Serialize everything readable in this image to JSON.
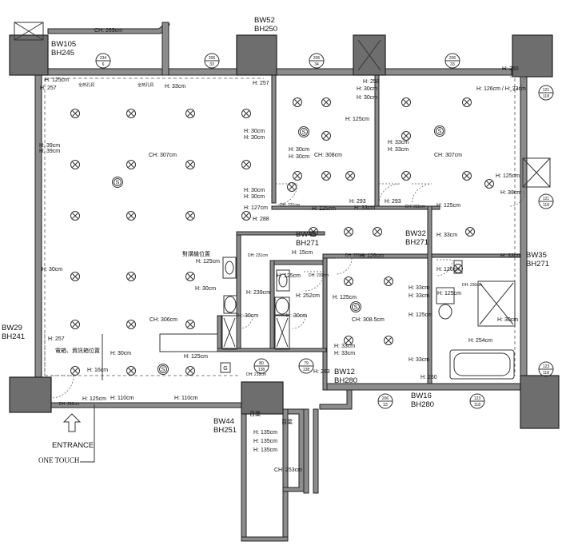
{
  "plan_title": "",
  "beams": [
    {
      "id": "bw52",
      "text": "BW52\nBH250"
    },
    {
      "id": "bw105",
      "text": "BW105\nBH245"
    },
    {
      "id": "bw45",
      "text": "BW45\nBH271"
    },
    {
      "id": "bw32",
      "text": "BW32\nBH271"
    },
    {
      "id": "bw35",
      "text": "BW35\nBH271"
    },
    {
      "id": "bw29",
      "text": "BW29\nBH241"
    },
    {
      "id": "bw12",
      "text": "BW12\nBH280"
    },
    {
      "id": "bw16",
      "text": "BW16\nBH280"
    },
    {
      "id": "bw44",
      "text": "BW44\nBH251"
    }
  ],
  "ceiling_heights": [
    {
      "id": "ch-top",
      "text": "CH: 269cm"
    },
    {
      "id": "ch-living-upper",
      "text": "CH: 307cm"
    },
    {
      "id": "ch-room-mid",
      "text": "CH: 308cm"
    },
    {
      "id": "ch-room-right",
      "text": "CH: 307cm"
    },
    {
      "id": "ch-living-lower",
      "text": "CH: 306cm"
    },
    {
      "id": "ch-master",
      "text": "CH: 308.5cm"
    },
    {
      "id": "ch-corridor",
      "text": "CH: 253cm"
    }
  ],
  "window_tags": [
    {
      "id": "w1",
      "top": "234",
      "bottom": "6"
    },
    {
      "id": "w2",
      "top": "206",
      "bottom": "33"
    },
    {
      "id": "w3",
      "top": "206",
      "bottom": "34"
    },
    {
      "id": "w4",
      "top": "206",
      "bottom": "33"
    },
    {
      "id": "w5",
      "top": "121",
      "bottom": "118"
    },
    {
      "id": "w6",
      "top": "121",
      "bottom": "118"
    },
    {
      "id": "w7",
      "top": "123",
      "bottom": "118"
    },
    {
      "id": "w8",
      "top": "206",
      "bottom": "33"
    },
    {
      "id": "w9",
      "top": "123",
      "bottom": "118"
    },
    {
      "id": "w10",
      "top": "80",
      "bottom": "138"
    },
    {
      "id": "w11",
      "top": "79",
      "bottom": "138"
    }
  ],
  "outlet_heights": [
    {
      "id": "h-125-tl",
      "text": "H: 125cm"
    },
    {
      "id": "h-257-tl",
      "text": "H: 257"
    },
    {
      "id": "h-33-top",
      "text": "H: 33cm"
    },
    {
      "id": "h-257-mid",
      "text": "H: 257"
    },
    {
      "id": "h-258",
      "text": "H: 258"
    },
    {
      "id": "h-30-r2a",
      "text": "H: 30cm"
    },
    {
      "id": "h-30-r2b",
      "text": "H: 30cm"
    },
    {
      "id": "h-250-tr",
      "text": "H: 250"
    },
    {
      "id": "h-126-33-tr",
      "text": "H: 126cm / H: 33cm"
    },
    {
      "id": "h-125-r2",
      "text": "H: 125cm"
    },
    {
      "id": "h-30-lv-a",
      "text": "H: 30cm"
    },
    {
      "id": "h-30-lv-b",
      "text": "H: 30cm"
    },
    {
      "id": "h-30-r1a",
      "text": "H: 30cm"
    },
    {
      "id": "h-30-r1b",
      "text": "H: 30cm"
    },
    {
      "id": "h-33-r3a",
      "text": "H: 33cm"
    },
    {
      "id": "h-33-r3b",
      "text": "H: 33cm"
    },
    {
      "id": "h-39-a",
      "text": "H: 39cm"
    },
    {
      "id": "h-39-b",
      "text": "H: 39cm"
    },
    {
      "id": "h-125-r3",
      "text": "H: 125cm"
    },
    {
      "id": "h-33-r3c",
      "text": "H: 33cm"
    },
    {
      "id": "h-33-r2c",
      "text": "H: 33cm"
    },
    {
      "id": "h-30-lv-c",
      "text": "H: 30cm"
    },
    {
      "id": "h-30-lv-d",
      "text": "H: 30cm"
    },
    {
      "id": "h-127",
      "text": "H: 127cm"
    },
    {
      "id": "h-125-cor",
      "text": "H: 125cm"
    },
    {
      "id": "h-293-a",
      "text": "H: 293"
    },
    {
      "id": "h-293-b",
      "text": "H: 293"
    },
    {
      "id": "h-125-r3b",
      "text": "H: 125cm"
    },
    {
      "id": "h-288",
      "text": "H: 288"
    },
    {
      "id": "h-33-mb",
      "text": "H: 33cm"
    },
    {
      "id": "h-30-left",
      "text": "H: 30cm"
    },
    {
      "id": "h-125-bath1",
      "text": "H: 125cm"
    },
    {
      "id": "h-15",
      "text": "H: 15cm"
    },
    {
      "id": "h-126-mb",
      "text": "H: 126cm"
    },
    {
      "id": "h-33-right",
      "text": "H: 33cm"
    },
    {
      "id": "h-125-bath2",
      "text": "H: 125cm"
    },
    {
      "id": "h-126-wc",
      "text": "H: 126cm"
    },
    {
      "id": "h-30-bath1",
      "text": "H: 30cm"
    },
    {
      "id": "h-239",
      "text": "H: 239cm"
    },
    {
      "id": "h-252",
      "text": "H: 252cm"
    },
    {
      "id": "h-125-mb",
      "text": "H: 125cm"
    },
    {
      "id": "h-33-mb2",
      "text": "H: 33cm"
    },
    {
      "id": "h-33-mb3",
      "text": "H: 33cm"
    },
    {
      "id": "h-125-mb2",
      "text": "H: 125cm"
    },
    {
      "id": "h-125-mb3",
      "text": "H: 125cm"
    },
    {
      "id": "h-30-bath1b",
      "text": "H: 30cm"
    },
    {
      "id": "h-30-bath2",
      "text": "H: 30cm"
    },
    {
      "id": "h-30-mbbath",
      "text": "H: 30cm"
    },
    {
      "id": "h-257-bl",
      "text": "H: 257"
    },
    {
      "id": "h-33-mb4",
      "text": "H: 33cm"
    },
    {
      "id": "h-33-mb5",
      "text": "H: 33cm"
    },
    {
      "id": "h-254",
      "text": "H: 254cm"
    },
    {
      "id": "h-30-din",
      "text": "H: 30cm"
    },
    {
      "id": "h-125-ent",
      "text": "H: 125cm"
    },
    {
      "id": "h-16",
      "text": "H: 16cm"
    },
    {
      "id": "h-33-mb6",
      "text": "H: 33cm"
    },
    {
      "id": "h-260",
      "text": "H: 260"
    },
    {
      "id": "h-263",
      "text": "H: 263"
    },
    {
      "id": "h-125-bot",
      "text": "H: 125cm"
    },
    {
      "id": "h-110-a",
      "text": "H: 110cm"
    },
    {
      "id": "h-110-b",
      "text": "H: 110cm"
    },
    {
      "id": "h-135-a",
      "text": "H: 135cm"
    },
    {
      "id": "h-135-b",
      "text": "H: 135cm"
    },
    {
      "id": "h-135-c",
      "text": "H: 135cm"
    }
  ],
  "door_heights": [
    {
      "id": "dh-231-r1",
      "text": "DH: 231cm"
    },
    {
      "id": "dh-231-r3",
      "text": "DH: 231cm"
    },
    {
      "id": "dh-231-b1",
      "text": "DH: 231cm"
    },
    {
      "id": "dh-231-b2",
      "text": "DH: 231cm"
    },
    {
      "id": "dh-231-mb",
      "text": "DH: 231cm"
    },
    {
      "id": "dh-230",
      "text": "DH: 230cm"
    },
    {
      "id": "dh-236",
      "text": "DH: 236cm"
    },
    {
      "id": "dh-218",
      "text": "DH: 218cm"
    }
  ],
  "annotations": {
    "intercom": "對講機位置",
    "panel": "電箱、資訊箱位置",
    "fixture_1": "全熱孔洞",
    "fixture_2": "全熱孔洞",
    "shutter_1": "百葉",
    "shutter_2": "百葉",
    "entrance": "ENTRANCE",
    "one_touch": "ONE TOUCH"
  },
  "symbols": {
    "smoke_detector": "S",
    "gas_detector": "G"
  },
  "colors": {
    "wall": "#8c8c8c",
    "column": "#6e6e6e",
    "line": "#222222",
    "background": "#ffffff"
  }
}
